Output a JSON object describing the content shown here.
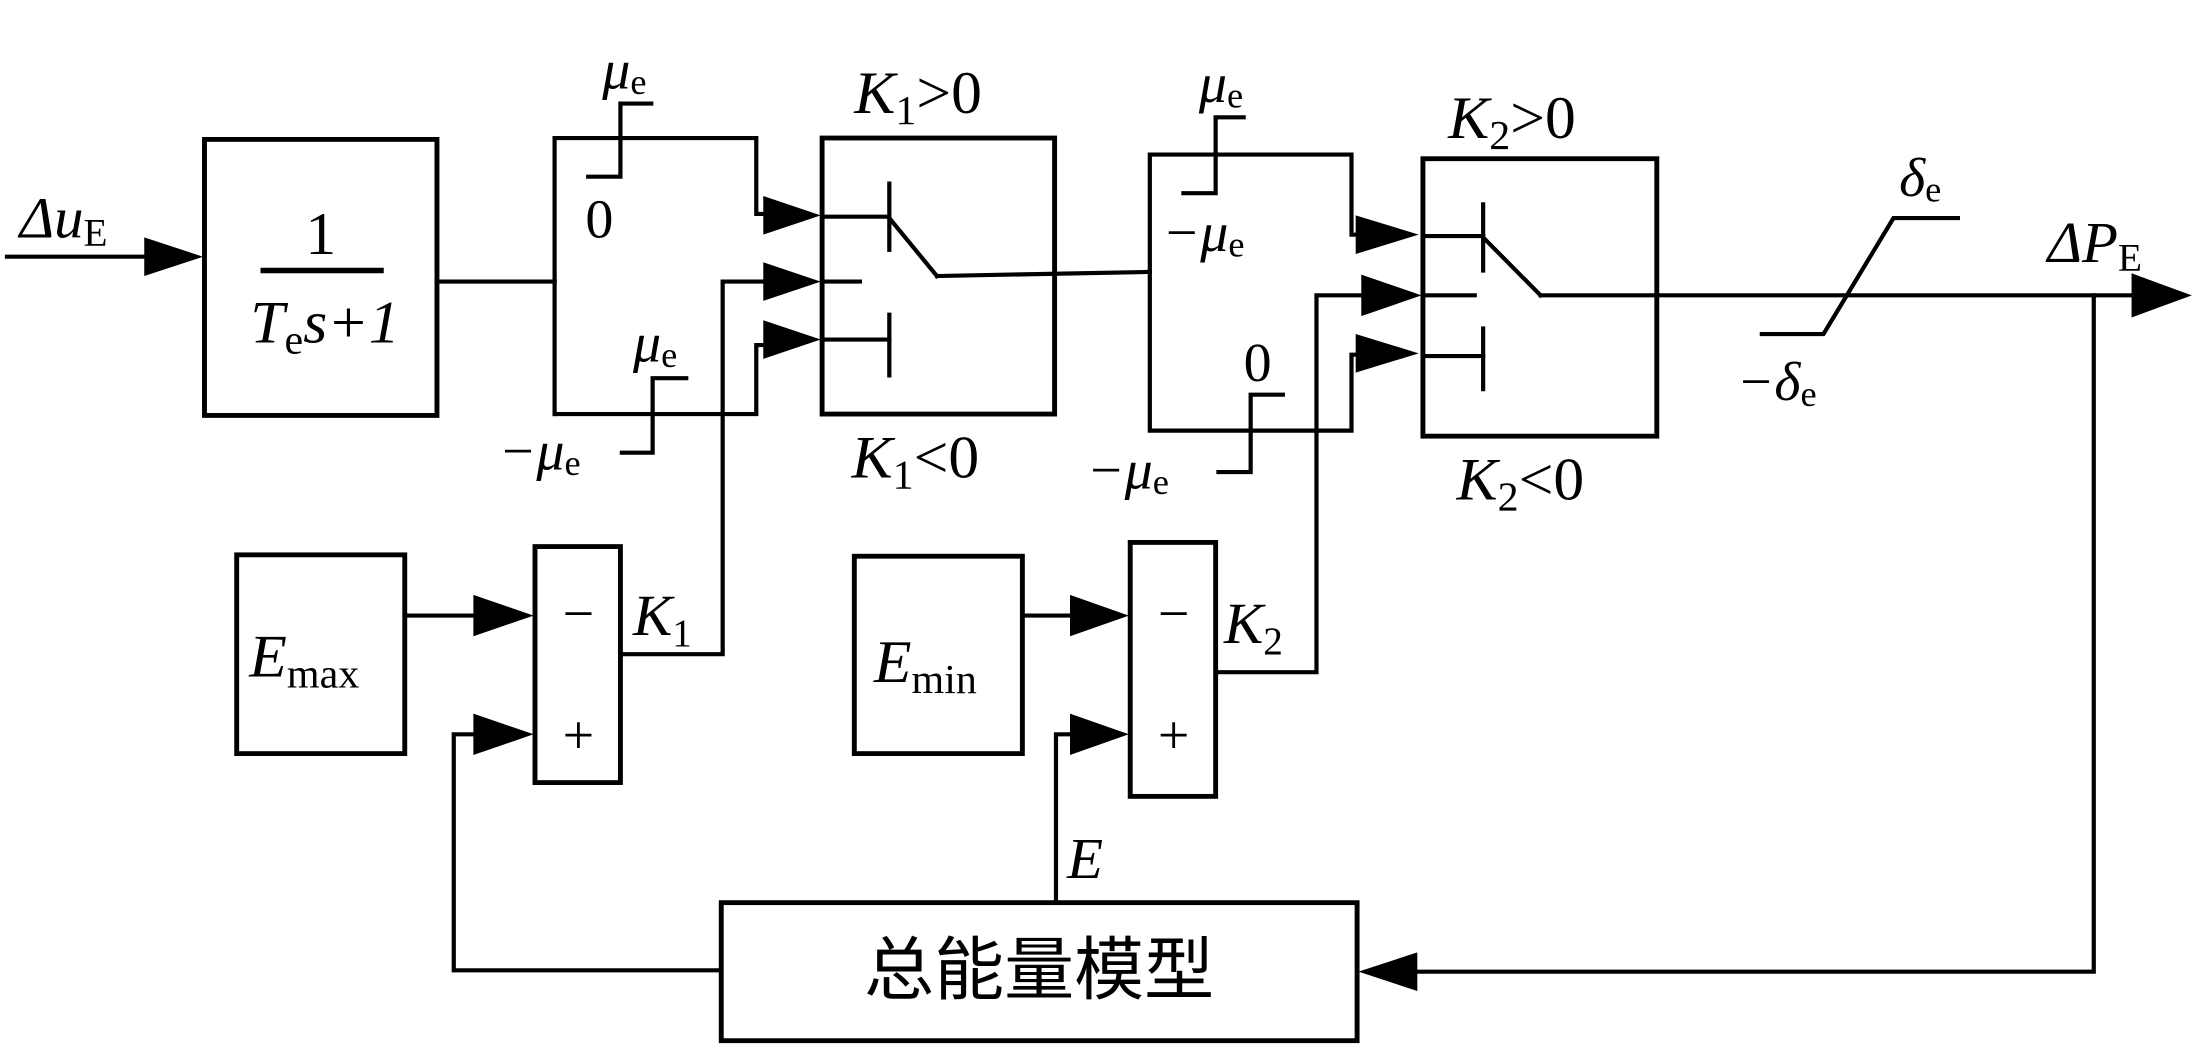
{
  "diagram": {
    "title": "",
    "input": {
      "symbol": "Δu",
      "sub": "E"
    },
    "output": {
      "symbol": "ΔP",
      "sub": "E"
    },
    "lag_block": {
      "numerator": "1",
      "den_T": "T",
      "den_T_sub": "e",
      "den_rest": "s+1"
    },
    "limiter1": {
      "upper_top": "μ",
      "upper_top_sub": "e",
      "upper_bottom": "0",
      "lower_top": "μ",
      "lower_top_sub": "e",
      "lower_bottom": "−μ",
      "lower_bottom_sub": "e"
    },
    "switch1": {
      "top_label_K": "K",
      "top_label_sub": "1",
      "top_label_rest": ">0",
      "bottom_label_K": "K",
      "bottom_label_sub": "1",
      "bottom_label_rest": "<0"
    },
    "limiter2": {
      "upper_top": "μ",
      "upper_top_sub": "e",
      "upper_bottom": "−μ",
      "upper_bottom_sub": "e",
      "lower_top": "0",
      "lower_bottom": "−μ",
      "lower_bottom_sub": "e"
    },
    "switch2": {
      "top_label_K": "K",
      "top_label_sub": "2",
      "top_label_rest": ">0",
      "bottom_label_K": "K",
      "bottom_label_sub": "2",
      "bottom_label_rest": "<0"
    },
    "deadband": {
      "upper": "δ",
      "upper_sub": "e",
      "lower": "−δ",
      "lower_sub": "e"
    },
    "emax_block": {
      "E": "E",
      "sub": "max"
    },
    "emin_block": {
      "E": "E",
      "sub": "min"
    },
    "sum1": {
      "minus": "−",
      "plus": "+",
      "out_K": "K",
      "out_sub": "1"
    },
    "sum2": {
      "minus": "−",
      "plus": "+",
      "out_K": "K",
      "out_sub": "2"
    },
    "energy_signal": "E",
    "energy_model": "总能量模型"
  }
}
